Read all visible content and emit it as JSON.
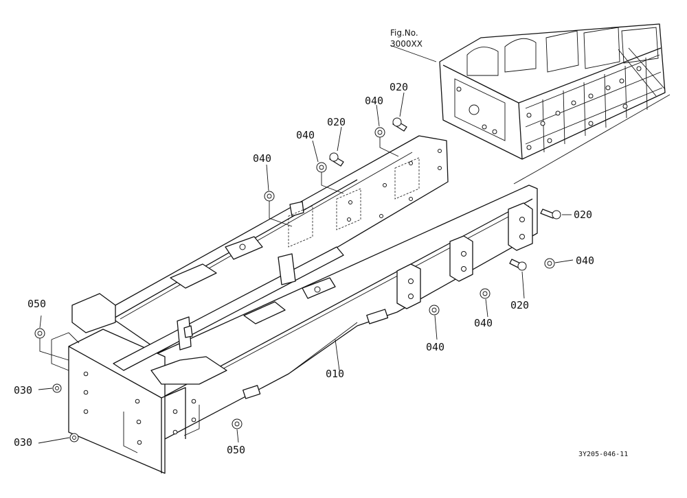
{
  "figure_reference": {
    "line1": "Fig.No.",
    "line2": "3000XX"
  },
  "drawing_code": "3Y205-046-11",
  "part_labels": [
    {
      "id": "010",
      "text": "010"
    },
    {
      "id": "020a",
      "text": "020"
    },
    {
      "id": "020b",
      "text": "020"
    },
    {
      "id": "020c",
      "text": "020"
    },
    {
      "id": "020d",
      "text": "020"
    },
    {
      "id": "030a",
      "text": "030"
    },
    {
      "id": "030b",
      "text": "030"
    },
    {
      "id": "040a",
      "text": "040"
    },
    {
      "id": "040b",
      "text": "040"
    },
    {
      "id": "040c",
      "text": "040"
    },
    {
      "id": "040d",
      "text": "040"
    },
    {
      "id": "040e",
      "text": "040"
    },
    {
      "id": "040f",
      "text": "040"
    },
    {
      "id": "050a",
      "text": "050"
    },
    {
      "id": "050b",
      "text": "050"
    }
  ]
}
